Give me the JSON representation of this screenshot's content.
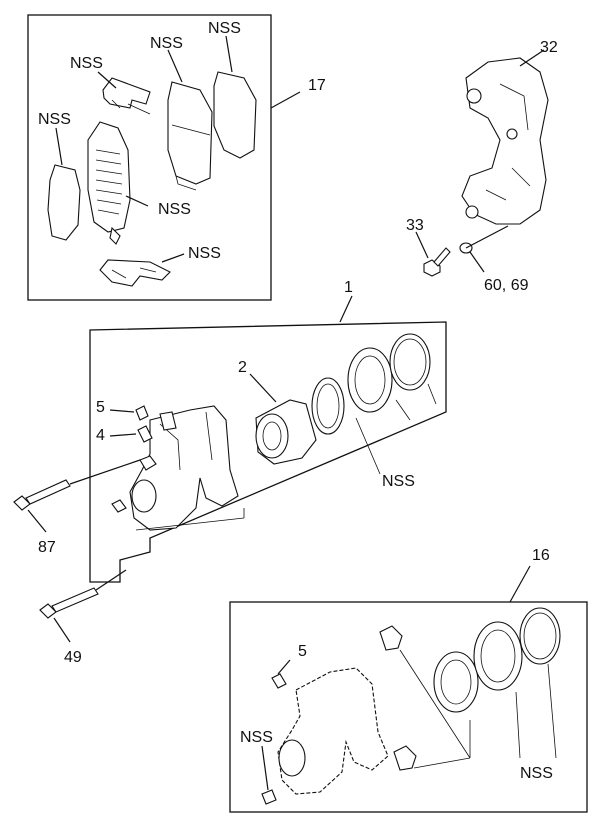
{
  "labels": {
    "nss": "NSS",
    "n17": "17",
    "n32": "32",
    "n33": "33",
    "n60_69": "60, 69",
    "n1": "1",
    "n2": "2",
    "n5": "5",
    "n4": "4",
    "n87": "87",
    "n49": "49",
    "n16": "16"
  }
}
